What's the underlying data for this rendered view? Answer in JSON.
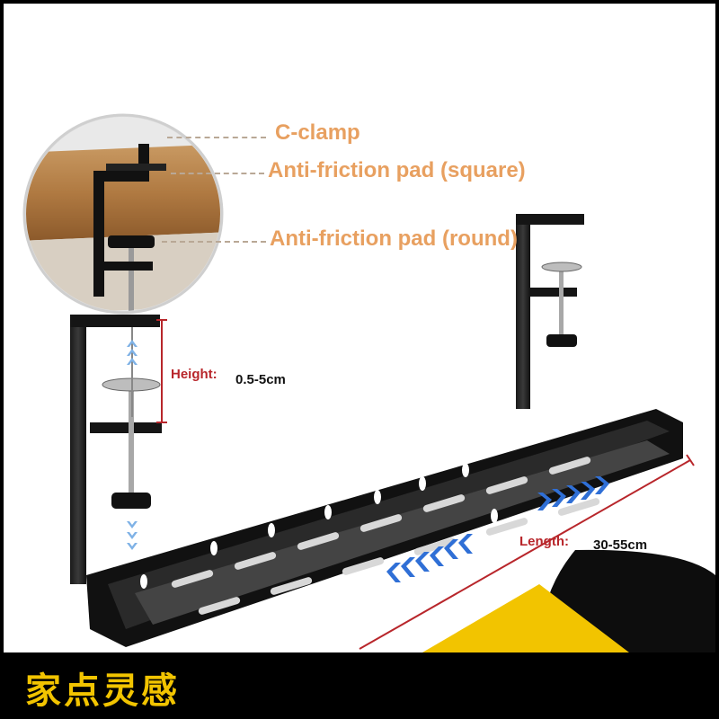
{
  "callouts": {
    "c_clamp": "C-clamp",
    "pad_square": "Anti-friction pad (square)",
    "pad_round": "Anti-friction pad (round)"
  },
  "measurements": {
    "height_label": "Height:",
    "height_value": "0.5-5cm",
    "length_label": "Length:",
    "length_value": "30-55cm"
  },
  "brand": "家点灵感",
  "colors": {
    "callout_text": "#e8a060",
    "measure_label": "#b8262b",
    "arrows": "#2f6fd6",
    "brand": "#f2c400"
  }
}
